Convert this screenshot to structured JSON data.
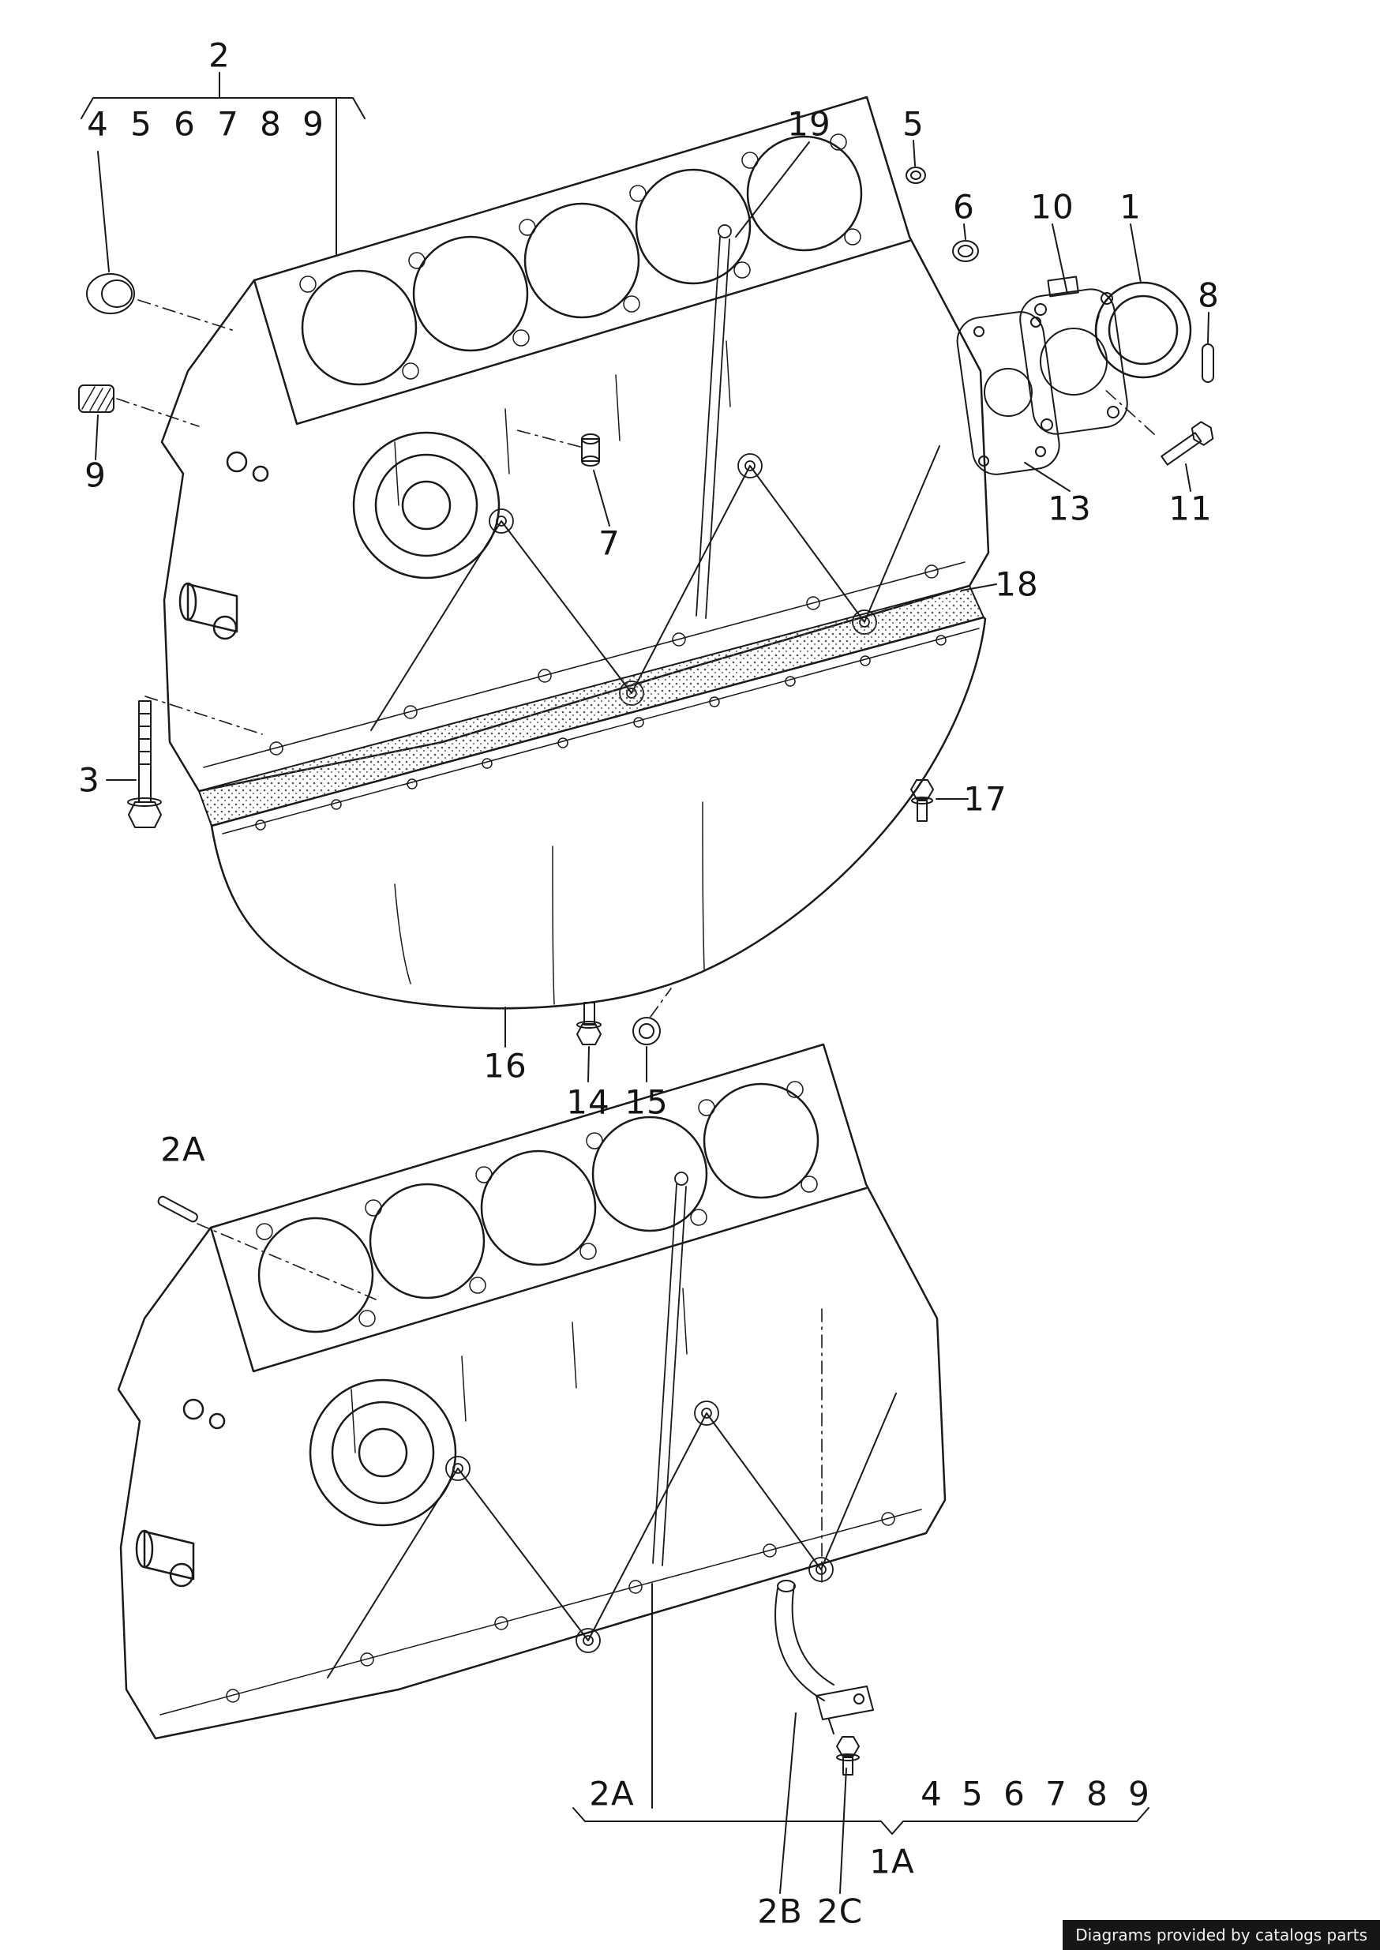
{
  "footer": {
    "text": "Diagrams provided by catalogs parts"
  },
  "top_view": {
    "bracket_label": "2",
    "bracket_items": [
      "4",
      "5",
      "6",
      "7",
      "8",
      "9"
    ],
    "callouts": {
      "c19": "19",
      "c5": "5",
      "c6": "6",
      "c10": "10",
      "c1": "1",
      "c8": "8",
      "c9": "9",
      "c13": "13",
      "c11": "11",
      "c7": "7",
      "c18": "18",
      "c3": "3",
      "c17": "17",
      "c16": "16",
      "c14": "14",
      "c15": "15"
    }
  },
  "bottom_view": {
    "pin_label": "2A",
    "group_label": "2A",
    "bracket_items": [
      "4",
      "5",
      "6",
      "7",
      "8",
      "9"
    ],
    "assembly_label": "1A",
    "pickup_pipe_label": "2B",
    "pickup_bolt_label": "2C"
  }
}
